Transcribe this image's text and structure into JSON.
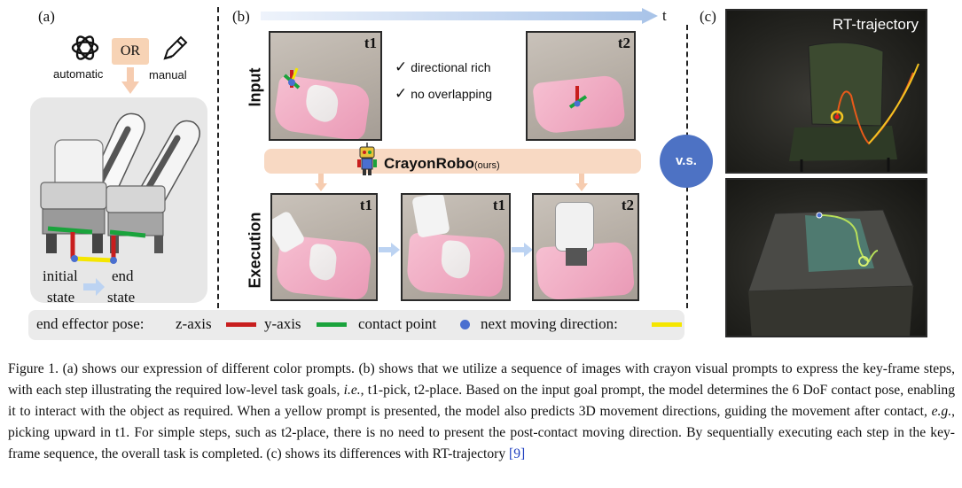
{
  "panel_a": {
    "label": "(a)",
    "automatic_label": "automatic",
    "or_label": "OR",
    "manual_label": "manual",
    "initial_label": "initial\nstate",
    "end_label": "end\nstate",
    "initial_word1": "initial",
    "initial_word2": "state",
    "end_word1": "end",
    "end_word2": "state"
  },
  "panel_b": {
    "label": "(b)",
    "time_axis": "t",
    "input_label": "Input",
    "execution_label": "Execution",
    "check1": "directional rich",
    "check2": "no overlapping",
    "crayon_name": "CrayonRobo",
    "crayon_ours": "(ours)",
    "tag_t1": "t1",
    "tag_t2": "t2",
    "vs_label": "v.s."
  },
  "panel_c": {
    "label": "(c)",
    "rt_title": "RT-trajectory"
  },
  "legend": {
    "prefix": "end effector pose:",
    "z_axis": "z-axis",
    "y_axis": "y-axis",
    "contact": "contact point",
    "direction": "next moving direction:",
    "colors": {
      "z": "#c81e1e",
      "y": "#1aa33c",
      "contact": "#4a6fd0",
      "direction": "#f5e600"
    }
  },
  "caption": {
    "figure_prefix": "Figure 1.",
    "s1": "(a) shows our expression of different color prompts. (b) shows that we utilize a sequence of images with crayon visual prompts to express the key-frame steps, with each step illustrating the required low-level task goals,",
    "ie": "i.e.",
    "s2": ", t1-pick, t2-place. Based on the input goal prompt, the model determines the 6 DoF contact pose, enabling it to interact with the object as required. When a yellow prompt is presented, the model also predicts 3D movement directions, guiding the movement after contact,",
    "eg": "e.g.",
    "s3": ", picking upward in t1. For simple steps, such as t2-place, there is no need to present the post-contact moving direction. By sequentially executing each step in the key-frame sequence, the overall task is completed. (c) shows its differences with RT-trajectory",
    "ref": "[9]"
  }
}
